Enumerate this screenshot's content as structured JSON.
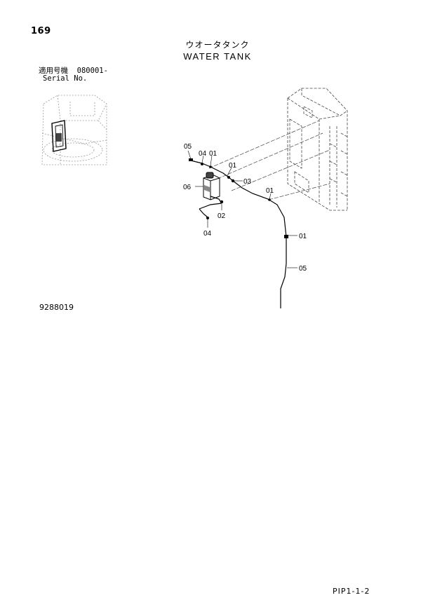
{
  "header": {
    "page_number": "169",
    "title_jp": "ウオータタンク",
    "title_en": "WATER TANK"
  },
  "applicability": {
    "label_jp": "適用号機",
    "serial_range": "080001-",
    "label_en": "Serial No."
  },
  "callouts": [
    "05",
    "04",
    "01",
    "01",
    "06",
    "03",
    "01",
    "02",
    "04",
    "01",
    "05"
  ],
  "footer": {
    "drawing_number": "9288019",
    "sheet_reference": "PIP1-1-2"
  }
}
